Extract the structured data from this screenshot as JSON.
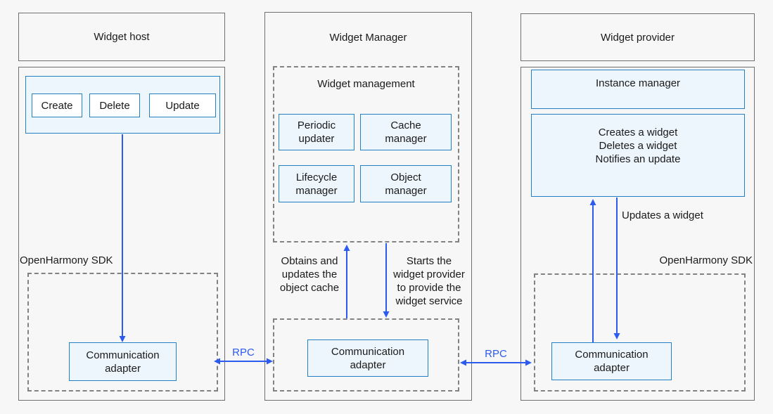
{
  "host": {
    "title": "Widget host",
    "buttons": [
      {
        "label": "Create"
      },
      {
        "label": "Delete"
      },
      {
        "label": "Update"
      }
    ],
    "sdk_label": "OpenHarmony SDK",
    "comm_adapter_label": "Communication\nadapter"
  },
  "manager": {
    "title": "Widget Manager",
    "management_group": {
      "title": "Widget management",
      "modules": [
        {
          "label": "Periodic\nupdater"
        },
        {
          "label": "Cache\nmanager"
        },
        {
          "label": "Lifecycle\nmanager"
        },
        {
          "label": "Object\nmanager"
        }
      ]
    },
    "arrow_up_label": "Obtains and\nupdates the\nobject cache",
    "arrow_down_label": "Starts the\nwidget provider\nto provide the\nwidget service",
    "comm_adapter_label": "Communication\nadapter"
  },
  "provider": {
    "title": "Widget provider",
    "instance_manager_label": "Instance manager",
    "actions": [
      "Creates a widget",
      "Deletes a widget",
      "Notifies an update"
    ],
    "updates_label": "Updates a widget",
    "sdk_label": "OpenHarmony SDK",
    "comm_adapter_label": "Communication\nadapter"
  },
  "connections": {
    "rpc_left_label": "RPC",
    "rpc_right_label": "RPC"
  },
  "colors": {
    "arrow_blue": "#2d5bf0",
    "blue_box_border": "#2480c4",
    "blue_box_fill": "#edf6fd",
    "gray_border": "#6f6f6f",
    "dashed_border": "#828282",
    "background": "#f7f7f7"
  }
}
